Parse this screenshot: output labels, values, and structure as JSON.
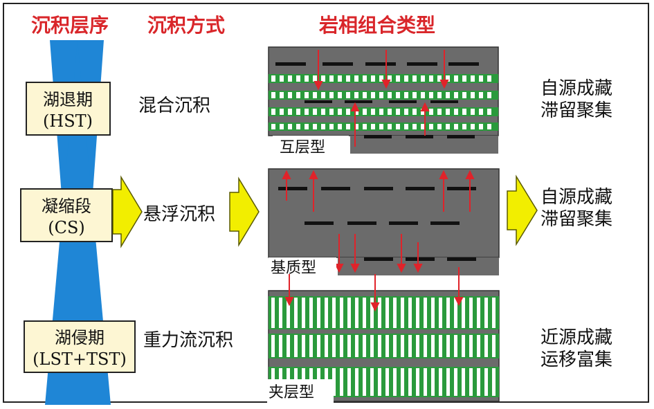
{
  "headers": {
    "sequence": "沉积层序",
    "mode": "沉积方式",
    "lithofacies": "岩相组合类型"
  },
  "stages": [
    {
      "name": "湖退期",
      "abbr": "(HST)",
      "mode": "混合沉积",
      "lithofacies": "互层型",
      "accumulation_1": "自源成藏",
      "accumulation_2": "滞留聚集"
    },
    {
      "name": "凝缩段",
      "abbr": "(CS)",
      "mode": "悬浮沉积",
      "lithofacies": "基质型",
      "accumulation_1": "自源成藏",
      "accumulation_2": "滞留聚集"
    },
    {
      "name": "湖侵期",
      "abbr": "(LST+TST)",
      "mode": "重力流沉积",
      "lithofacies": "夹层型",
      "accumulation_1": "近源成藏",
      "accumulation_2": "运移富集"
    }
  ],
  "colors": {
    "header_red": "#d9262a",
    "hourglass_blue": "#1f86d6",
    "box_fill": "#fdf6d3",
    "arrow_yellow": "#f2ee00",
    "mudstone_gray": "#6b6b6b",
    "sand_green": "#2a9a3c",
    "flow_arrow_red": "#e0232a"
  }
}
